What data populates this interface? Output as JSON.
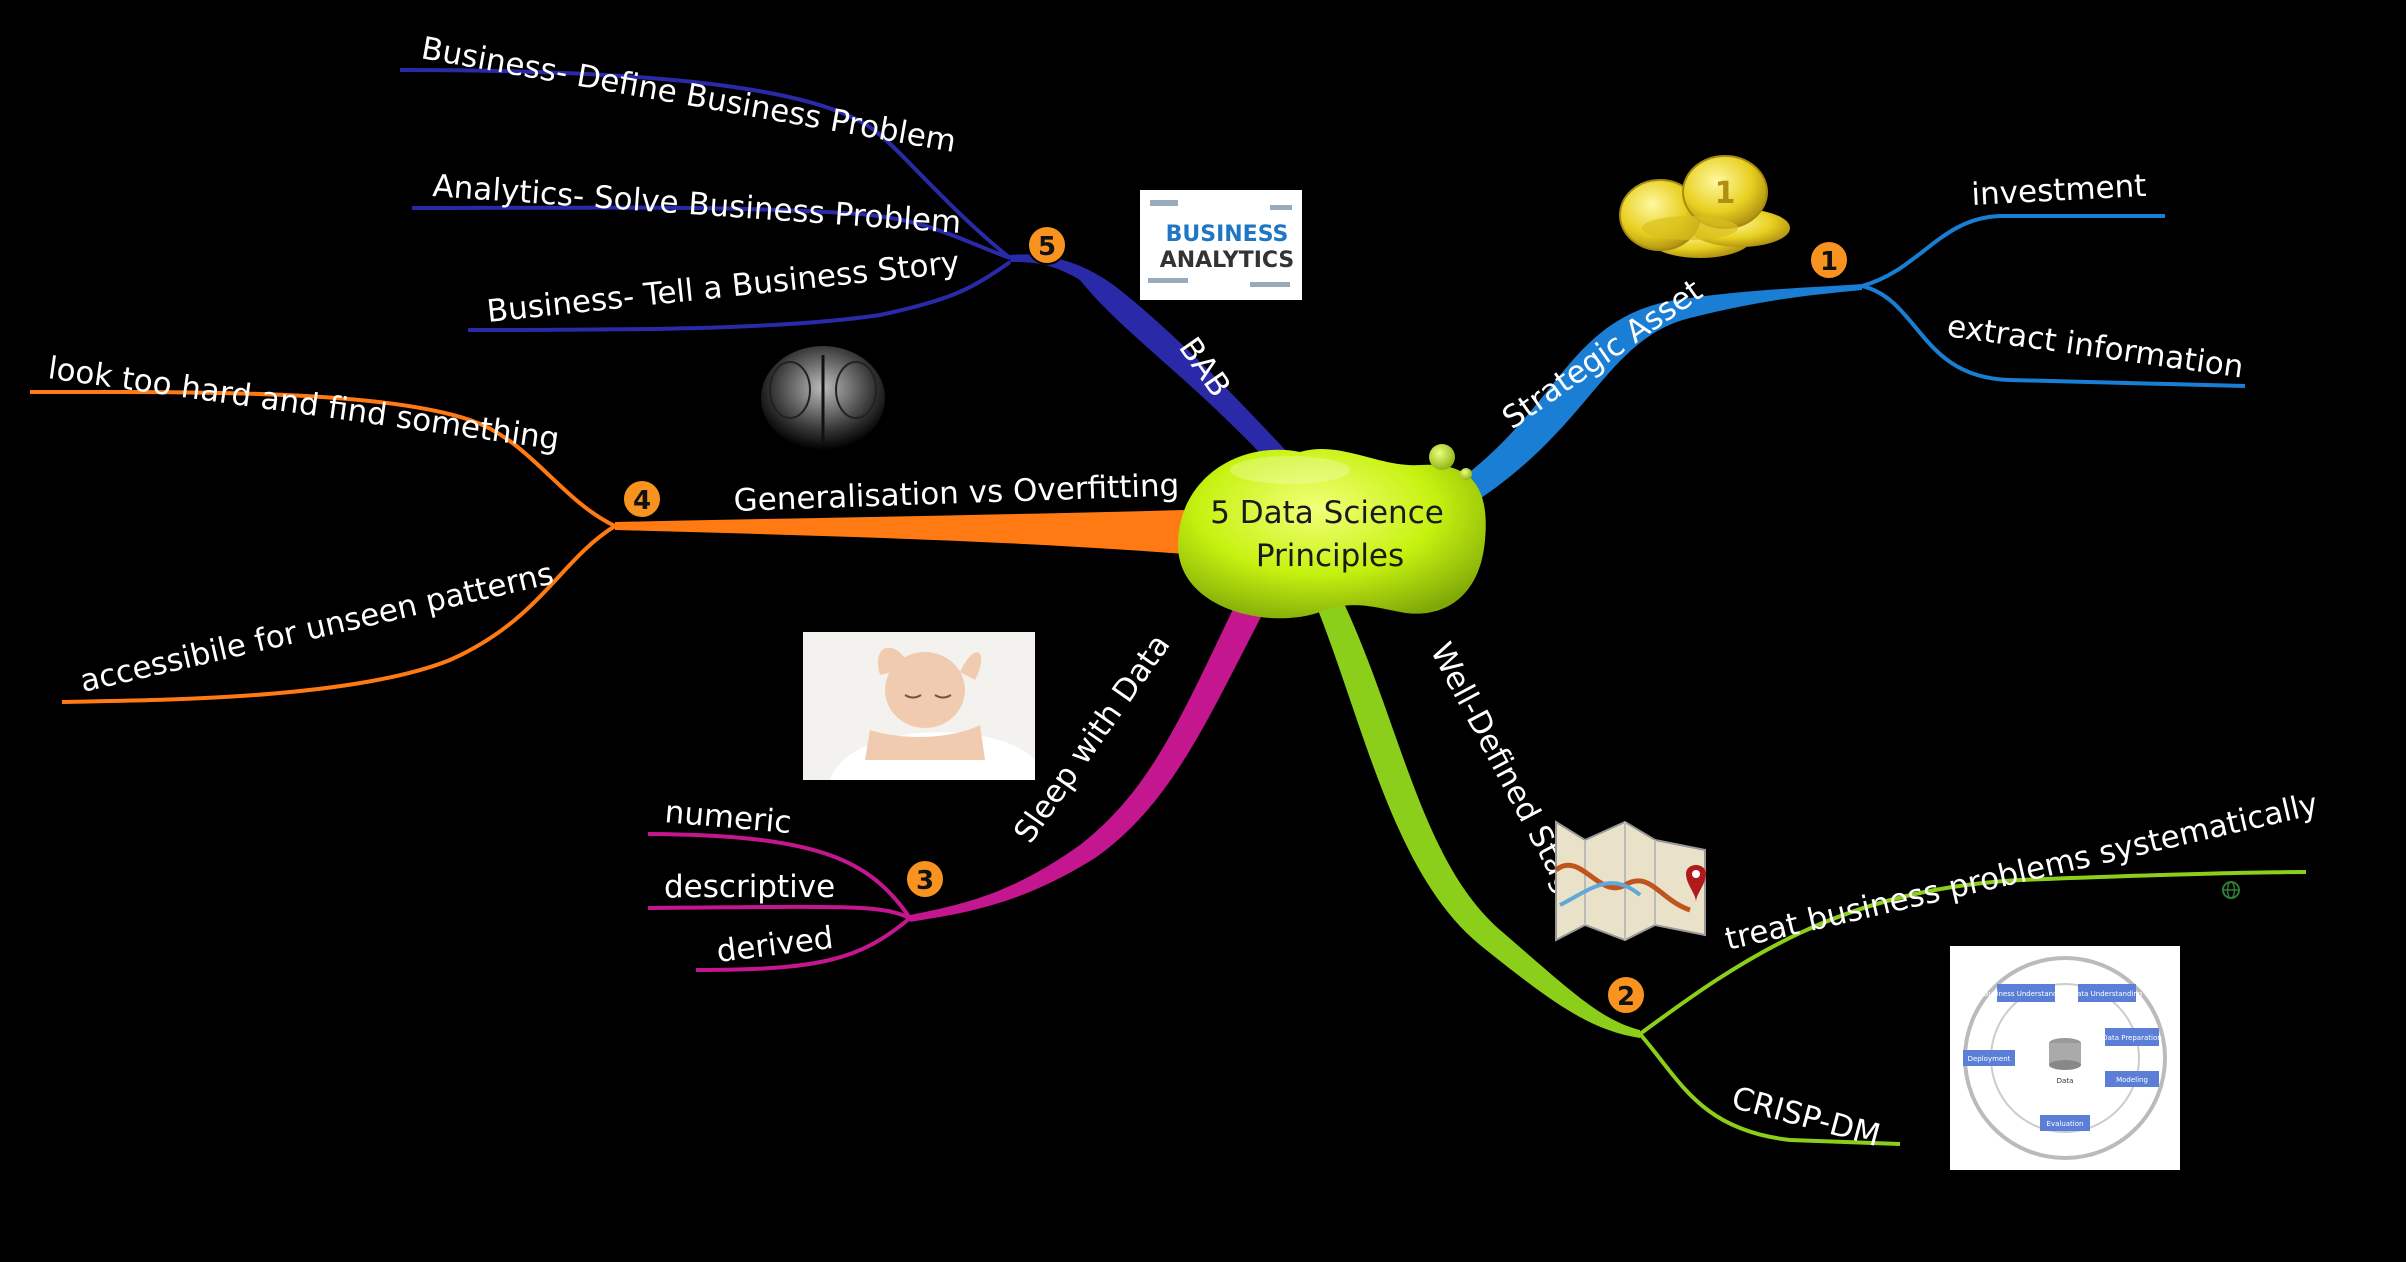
{
  "center": {
    "line1": "5 Data Science",
    "line2": "Principles",
    "color": "#c6f210"
  },
  "branches": [
    {
      "id": "strategic",
      "number": "1",
      "label": "Strategic Asset",
      "color": "#1a7fd4",
      "icon": "gold-coins-image",
      "children": [
        "investment",
        "extract information"
      ]
    },
    {
      "id": "stages",
      "number": "2",
      "label": "Well-Defined Stages",
      "color": "#8ccf1a",
      "icon": "map-image",
      "children": [
        "treat business problems systematically",
        "CRISP-DM"
      ]
    },
    {
      "id": "sleep",
      "number": "3",
      "label": "Sleep with Data",
      "color": "#c4168f",
      "icon": "sleeping-baby-image",
      "children": [
        "numeric",
        "descriptive",
        "derived"
      ]
    },
    {
      "id": "general",
      "number": "4",
      "label": "Generalisation vs Overfitting",
      "color": "#ff7a12",
      "icon": "muscle-back-image",
      "children": [
        "look too hard and find something",
        "accessibile for unseen patterns"
      ]
    },
    {
      "id": "bab",
      "number": "5",
      "label": "BAB",
      "color": "#2a2aa8",
      "icon": "business-analytics-wordcloud-image",
      "children": [
        "Business- Define Business Problem",
        "Analytics- Solve Business Problem",
        "Business- Tell a Business Story"
      ]
    }
  ],
  "badge_color": "#f7931e",
  "images": {
    "wordcloud": {
      "top": "BUSINESS",
      "bottom": "ANALYTICS"
    },
    "crisp": {
      "business_understanding": "Business Understanding",
      "data_understanding": "Data Understanding",
      "data_preparation": "Data Preparation",
      "modeling": "Modeling",
      "evaluation": "Evaluation",
      "deployment": "Deployment",
      "data": "Data"
    }
  }
}
